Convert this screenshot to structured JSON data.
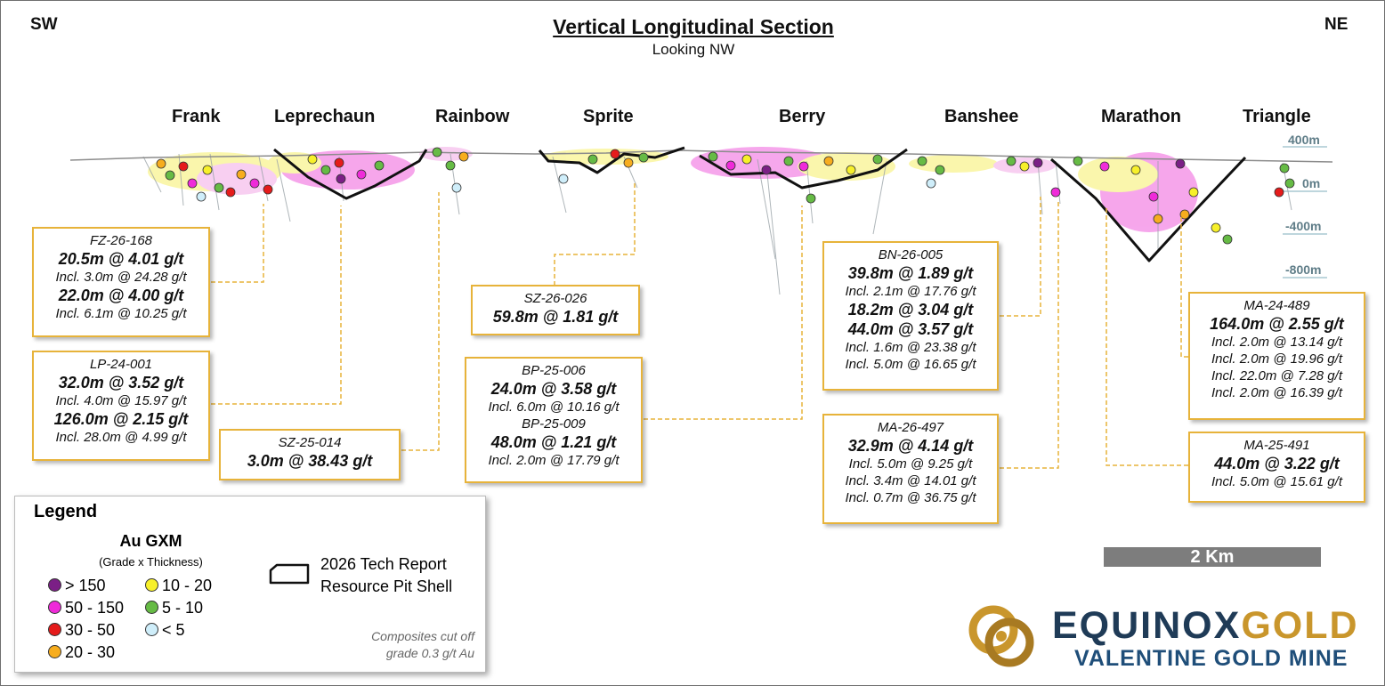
{
  "header": {
    "title": "Vertical Longitudinal Section",
    "subtitle": "Looking NW",
    "left_direction": "SW",
    "right_direction": "NE"
  },
  "areas": [
    {
      "name": "Frank"
    },
    {
      "name": "Leprechaun"
    },
    {
      "name": "Rainbow"
    },
    {
      "name": "Sprite"
    },
    {
      "name": "Berry"
    },
    {
      "name": "Banshee"
    },
    {
      "name": "Marathon"
    },
    {
      "name": "Triangle"
    }
  ],
  "depth_labels": [
    "400m",
    "0m",
    "-400m",
    "-800m"
  ],
  "callouts": {
    "fz26168": {
      "hole": "FZ-26-168",
      "lines": [
        {
          "text": "20.5m @ 4.01 g/t",
          "kind": "main"
        },
        {
          "text": "Incl. 3.0m @ 24.28 g/t",
          "kind": "incl"
        },
        {
          "text": "22.0m @ 4.00 g/t",
          "kind": "main"
        },
        {
          "text": "Incl. 6.1m @ 10.25 g/t",
          "kind": "incl"
        }
      ]
    },
    "lp24001": {
      "hole": "LP-24-001",
      "lines": [
        {
          "text": "32.0m @ 3.52 g/t",
          "kind": "main"
        },
        {
          "text": "Incl. 4.0m @ 15.97 g/t",
          "kind": "incl"
        },
        {
          "text": "126.0m @ 2.15 g/t",
          "kind": "main"
        },
        {
          "text": "Incl. 28.0m @ 4.99 g/t",
          "kind": "incl"
        }
      ]
    },
    "sz25014": {
      "hole": "SZ-25-014",
      "lines": [
        {
          "text": "3.0m @ 38.43 g/t",
          "kind": "main"
        }
      ]
    },
    "sz26026": {
      "hole": "SZ-26-026",
      "lines": [
        {
          "text": "59.8m @ 1.81 g/t",
          "kind": "main"
        }
      ]
    },
    "bp25006": {
      "hole": "BP-25-006",
      "lines": [
        {
          "text": "24.0m @ 3.58 g/t",
          "kind": "main"
        },
        {
          "text": "Incl. 6.0m @ 10.16 g/t",
          "kind": "incl"
        },
        {
          "text": "BP-25-009",
          "kind": "hole"
        },
        {
          "text": "48.0m @ 1.21 g/t",
          "kind": "main"
        },
        {
          "text": "Incl. 2.0m @ 17.79 g/t",
          "kind": "incl"
        }
      ]
    },
    "bn26005": {
      "hole": "BN-26-005",
      "lines": [
        {
          "text": "39.8m @ 1.89 g/t",
          "kind": "main"
        },
        {
          "text": "Incl. 2.1m @ 17.76 g/t",
          "kind": "incl"
        },
        {
          "text": "18.2m @ 3.04 g/t",
          "kind": "main"
        },
        {
          "text": "44.0m @ 3.57 g/t",
          "kind": "main"
        },
        {
          "text": "Incl. 1.6m @ 23.38 g/t",
          "kind": "incl"
        },
        {
          "text": "Incl. 5.0m @ 16.65 g/t",
          "kind": "incl"
        }
      ]
    },
    "ma26497": {
      "hole": "MA-26-497",
      "lines": [
        {
          "text": "32.9m @ 4.14 g/t",
          "kind": "main"
        },
        {
          "text": "Incl. 5.0m @ 9.25 g/t",
          "kind": "incl"
        },
        {
          "text": "Incl. 3.4m @ 14.01 g/t",
          "kind": "incl"
        },
        {
          "text": "Incl. 0.7m @ 36.75 g/t",
          "kind": "incl"
        }
      ]
    },
    "ma24489": {
      "hole": "MA-24-489",
      "lines": [
        {
          "text": "164.0m @ 2.55 g/t",
          "kind": "main"
        },
        {
          "text": "Incl. 2.0m @ 13.14 g/t",
          "kind": "incl"
        },
        {
          "text": "Incl. 2.0m @ 19.96 g/t",
          "kind": "incl"
        },
        {
          "text": "Incl. 22.0m @ 7.28 g/t",
          "kind": "incl"
        },
        {
          "text": "Incl. 2.0m @ 16.39 g/t",
          "kind": "incl"
        }
      ]
    },
    "ma25491": {
      "hole": "MA-25-491",
      "lines": [
        {
          "text": "44.0m @ 3.22 g/t",
          "kind": "main"
        },
        {
          "text": "Incl. 5.0m @ 15.61 g/t",
          "kind": "incl"
        }
      ]
    }
  },
  "legend": {
    "title": "Legend",
    "heading": "Au GXM",
    "subheading": "(Grade x Thickness)",
    "items": [
      {
        "label": "> 150",
        "color": "#7b1f86"
      },
      {
        "label": "50 - 150",
        "color": "#ef2bd9"
      },
      {
        "label": "30 - 50",
        "color": "#e51b1b"
      },
      {
        "label": "20 - 30",
        "color": "#f7ad1e"
      },
      {
        "label": "10 - 20",
        "color": "#f7f02a"
      },
      {
        "label": "5 - 10",
        "color": "#66bb45"
      },
      {
        "label": "< 5",
        "color": "#cfeefa"
      }
    ],
    "pit_shell_line1": "2026 Tech Report",
    "pit_shell_line2": "Resource Pit Shell",
    "footnote_line1": "Composites cut off",
    "footnote_line2": "grade 0.3 g/t Au"
  },
  "scale_bar": {
    "label": "2 Km"
  },
  "logo": {
    "brand_part1": "EQUINOX",
    "brand_part2": "GOLD",
    "mine": "VALENTINE GOLD MINE",
    "colors": {
      "navy": "#1f3b57",
      "gold": "#c9962c",
      "mine_blue": "#1f4e79"
    }
  }
}
